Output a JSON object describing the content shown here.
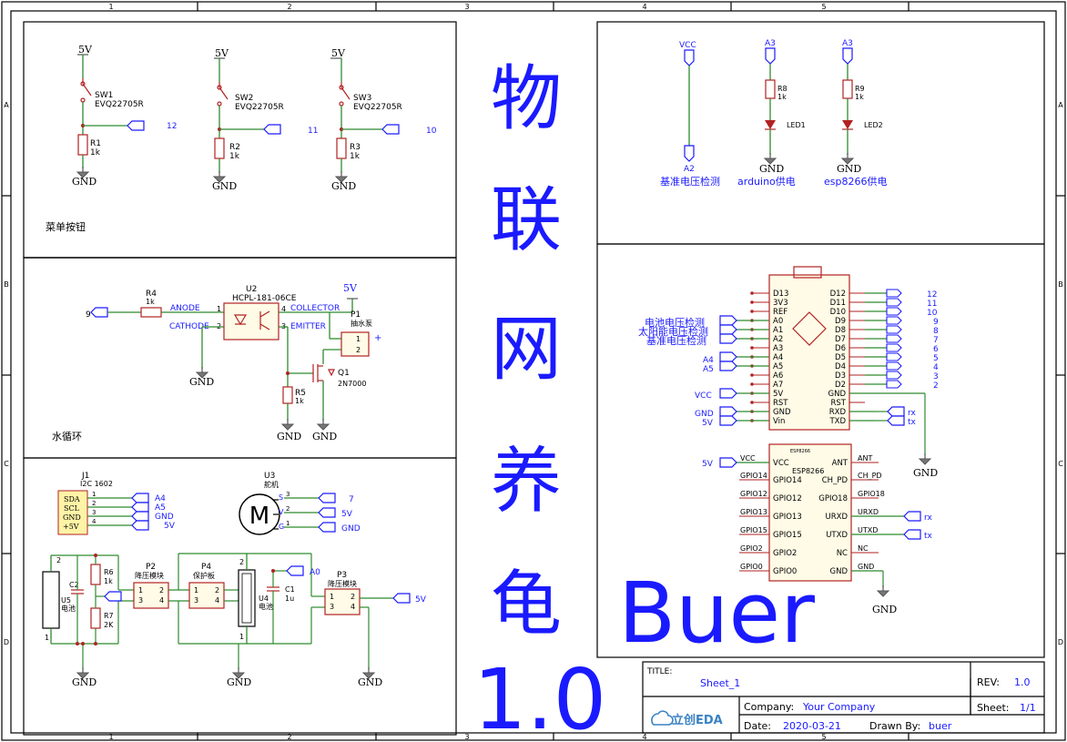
{
  "sheet": {
    "column_labels": [
      "1",
      "2",
      "3",
      "4",
      "5"
    ],
    "row_labels": [
      "A",
      "B",
      "C",
      "D"
    ],
    "big_title_chars": [
      "物",
      "联",
      "网",
      "养",
      "龟"
    ],
    "version": "1.0",
    "product_name": "Buer"
  },
  "panels": {
    "menu_buttons": {
      "caption": "菜单按钮",
      "switches": [
        {
          "ref": "SW1",
          "part": "EVQ22705R",
          "res": "R1",
          "value": "1k",
          "pin": "12",
          "supply": "5V",
          "ground": "GND"
        },
        {
          "ref": "SW2",
          "part": "EVQ22705R",
          "res": "R2",
          "value": "1k",
          "pin": "11",
          "supply": "5V",
          "ground": "GND"
        },
        {
          "ref": "SW3",
          "part": "EVQ22705R",
          "res": "R3",
          "value": "1k",
          "pin": "10",
          "supply": "5V",
          "ground": "GND"
        }
      ]
    },
    "water_cycle": {
      "caption": "水循环",
      "input_pin": "9",
      "r4": "R4",
      "r4_value": "1k",
      "u2": "U2",
      "u2_part": "HCPL-181-06CE",
      "anode": "ANODE",
      "cathode": "CATHODE",
      "collector": "COLLECTOR",
      "emitter": "EMITTER",
      "pin1": "1",
      "pin2": "2",
      "pin3": "3",
      "pin4": "4",
      "supply": "5V",
      "p1": "P1",
      "p1_label": "抽水泵",
      "plus": "+",
      "q1": "Q1",
      "q1_part": "2N7000",
      "r5": "R5",
      "r5_value": "1k",
      "gnd1": "GND",
      "gnd2": "GND",
      "gnd3": "GND"
    },
    "power": {
      "j1": "J1",
      "j1_part": "I2C 1602",
      "lcd_pins": [
        "SDA",
        "SCL",
        "GND",
        "+5V"
      ],
      "lcd_nums": [
        "1",
        "2",
        "3",
        "4"
      ],
      "lcd_nets": [
        "A4",
        "A5",
        "GND",
        "5V"
      ],
      "u3": "U3",
      "u3_label": "舵机",
      "motor_letter": "M",
      "servo_pins": [
        "S",
        "V",
        "G"
      ],
      "servo_nums": [
        "3",
        "2",
        "1"
      ],
      "servo_nets": [
        "7",
        "5V",
        "GND"
      ],
      "u5": "U5",
      "u5_label": "电池",
      "c2": "C2",
      "r6": "R6",
      "r6_value": "1k",
      "r7": "R7",
      "r7_value": "2K",
      "p2": "P2",
      "p2_label": "降压模块",
      "p4": "P4",
      "p4_label": "保护板",
      "u4": "U4",
      "u4_label": "电池",
      "c1": "C1",
      "c1_value": "1u",
      "p3": "P3",
      "p3_label": "降压模块",
      "a0": "A0",
      "out": "5V",
      "gnds": [
        "GND",
        "GND",
        "GND"
      ]
    },
    "indicators": {
      "vcc": "VCC",
      "a2": "A2",
      "a2_caption": "基准电压检测",
      "led1_supply": "A3",
      "r8": "R8",
      "r8_value": "1k",
      "led1": "LED1",
      "led1_caption": "arduino供电",
      "led2_supply": "A3",
      "r9": "R9",
      "r9_value": "1k",
      "led2": "LED2",
      "led2_caption": "esp8266供电",
      "gnd": "GND"
    },
    "mcu": {
      "left_pins": [
        "D13",
        "3V3",
        "REF",
        "A0",
        "A1",
        "A2",
        "A3",
        "A4",
        "A5",
        "A6",
        "A7",
        "5V",
        "RST",
        "GND",
        "Vin"
      ],
      "right_pins": [
        "D12",
        "D11",
        "D10",
        "D9",
        "D8",
        "D7",
        "D6",
        "D5",
        "D4",
        "D3",
        "D2",
        "GND",
        "RST",
        "RXD",
        "TXD"
      ],
      "left_nets": [
        "电池电压检测",
        "太阳能电压检测",
        "基准电压检测",
        "A4",
        "A5",
        "VCC",
        "GND",
        "5V"
      ],
      "right_nums": [
        "12",
        "11",
        "10",
        "9",
        "8",
        "7",
        "6",
        "5",
        "4",
        "3",
        "2"
      ],
      "rx": "rx",
      "tx": "tx",
      "gnd": "GND"
    },
    "esp": {
      "title": "ESP8266",
      "small_title": "ESP8266",
      "left_pins": [
        "VCC",
        "GPIO14",
        "GPIO12",
        "GPIO13",
        "GPIO15",
        "GPIO2",
        "GPIO0"
      ],
      "right_pins": [
        "ANT",
        "CH_PD",
        "GPIO18",
        "URXD",
        "UTXD",
        "NC",
        "GND"
      ],
      "supply": "5V",
      "rx": "rx",
      "tx": "tx",
      "gnd": "GND"
    }
  },
  "title_block": {
    "title_label": "TITLE:",
    "title_value": "Sheet_1",
    "rev_label": "REV:",
    "rev_value": "1.0",
    "company_label": "Company:",
    "company_value": "Your Company",
    "sheet_label": "Sheet:",
    "sheet_value": "1/1",
    "date_label": "Date:",
    "date_value": "2020-03-21",
    "drawn_label": "Drawn By:",
    "drawn_value": "buer",
    "logo_text": "立创EDA"
  },
  "colors": {
    "wire": "#2e8b2e",
    "part": "#b22222",
    "net": "#1a1aff",
    "frame": "#000000"
  }
}
